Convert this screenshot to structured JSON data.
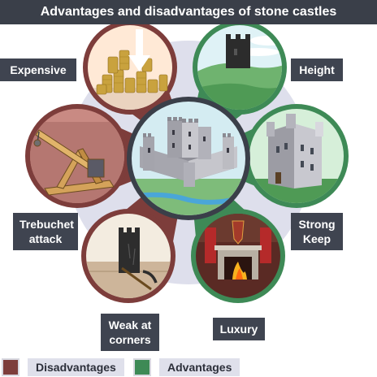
{
  "title": "Advantages and disadvantages of stone castles",
  "labels": {
    "expensive": "Expensive",
    "height": "Height",
    "trebuchet_line1": "Trebuchet",
    "trebuchet_line2": "attack",
    "strong_keep_line1": "Strong",
    "strong_keep_line2": "Keep",
    "weak_line1": "Weak at",
    "weak_line2": "corners",
    "luxury": "Luxury"
  },
  "legend": {
    "disadvantages": "Disadvantages",
    "advantages": "Advantages"
  },
  "colors": {
    "disadvantage": "#7d3d3b",
    "advantage": "#3e8a56",
    "label_bg": "#3f4450",
    "title_bg": "#3a3f49",
    "hub_ring": "#3a3f49",
    "background_ring": "#dedfec"
  },
  "icons": {
    "expensive": "coins-down-arrow-icon",
    "height": "tower-on-hill-icon",
    "trebuchet": "trebuchet-icon",
    "strong_keep": "stone-keep-icon",
    "weak_corners": "pickaxe-tower-corner-icon",
    "luxury": "fireplace-icon",
    "center": "stone-castle-icon"
  }
}
